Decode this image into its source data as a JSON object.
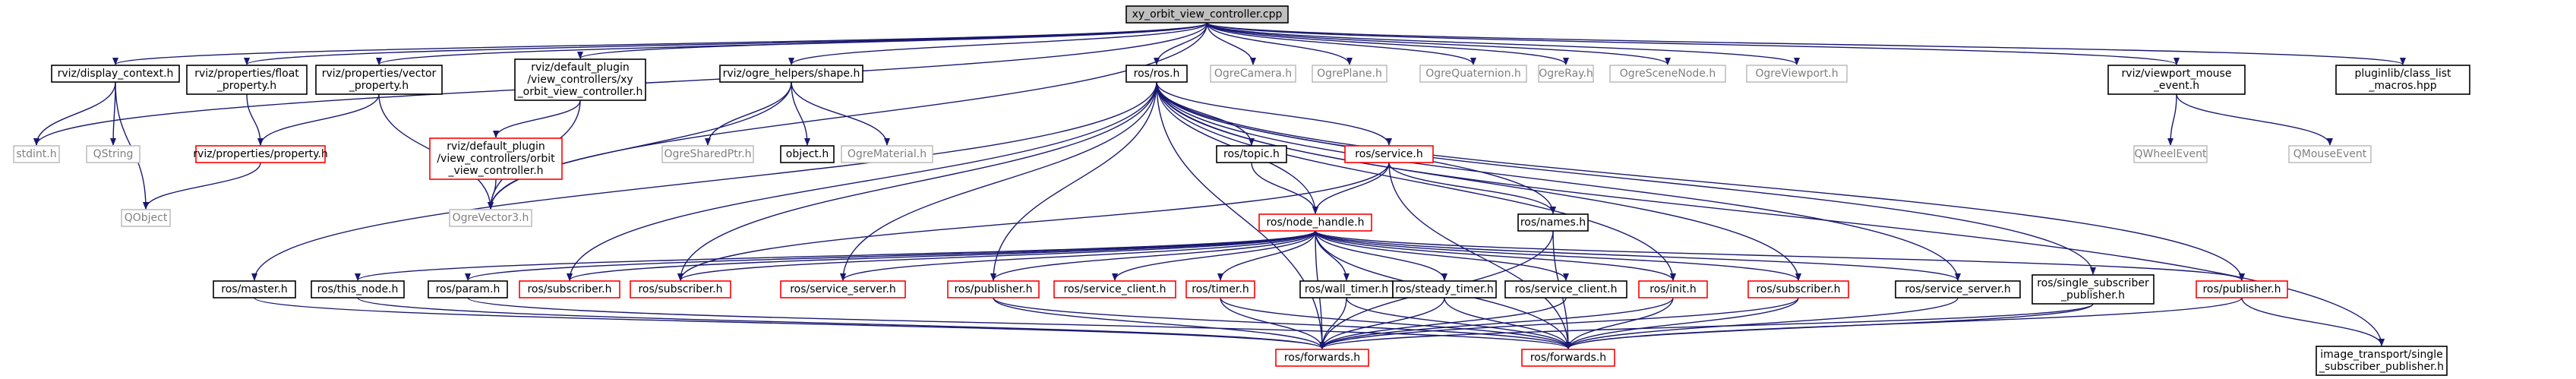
{
  "diagram": {
    "type": "include-dependency-graph",
    "edge_color": "#191970",
    "node_styles": {
      "root": {
        "fill": "#bfbfbf",
        "border": "#000000",
        "text": "#000000"
      },
      "documented": {
        "fill": "#ffffff",
        "border": "#000000",
        "text": "#000000"
      },
      "documented_with_more": {
        "fill": "#ffffff",
        "border": "#ff0000",
        "text": "#000000"
      },
      "undocumented": {
        "fill": "#ffffff",
        "border": "#bfbfbf",
        "text": "#7f7f7f"
      }
    },
    "nodes": [
      {
        "id": "root",
        "lines": [
          "xy_orbit_view_controller.cpp"
        ],
        "style": "root"
      },
      {
        "id": "stdint",
        "lines": [
          "stdint.h"
        ],
        "style": "undocumented"
      },
      {
        "id": "display_context",
        "lines": [
          "rviz/display_context.h"
        ],
        "style": "documented"
      },
      {
        "id": "float_property",
        "lines": [
          "rviz/properties/float",
          "_property.h"
        ],
        "style": "documented"
      },
      {
        "id": "vector_property",
        "lines": [
          "rviz/properties/vector",
          "_property.h"
        ],
        "style": "documented"
      },
      {
        "id": "xy_orbit_h",
        "lines": [
          "rviz/default_plugin",
          "/view_controllers/xy",
          "_orbit_view_controller.h"
        ],
        "style": "documented"
      },
      {
        "id": "shape",
        "lines": [
          "rviz/ogre_helpers/shape.h"
        ],
        "style": "documented"
      },
      {
        "id": "ros_h",
        "lines": [
          "ros/ros.h"
        ],
        "style": "documented"
      },
      {
        "id": "ogre_camera",
        "lines": [
          "OgreCamera.h"
        ],
        "style": "undocumented"
      },
      {
        "id": "ogre_plane",
        "lines": [
          "OgrePlane.h"
        ],
        "style": "undocumented"
      },
      {
        "id": "ogre_quaternion",
        "lines": [
          "OgreQuaternion.h"
        ],
        "style": "undocumented"
      },
      {
        "id": "ogre_ray",
        "lines": [
          "OgreRay.h"
        ],
        "style": "undocumented"
      },
      {
        "id": "ogre_scenenode",
        "lines": [
          "OgreSceneNode.h"
        ],
        "style": "undocumented"
      },
      {
        "id": "ogre_viewport",
        "lines": [
          "OgreViewport.h"
        ],
        "style": "undocumented"
      },
      {
        "id": "viewport_mouse",
        "lines": [
          "rviz/viewport_mouse",
          "_event.h"
        ],
        "style": "documented"
      },
      {
        "id": "class_list",
        "lines": [
          "pluginlib/class_list",
          "_macros.hpp"
        ],
        "style": "documented"
      },
      {
        "id": "qstring",
        "lines": [
          "QString"
        ],
        "style": "undocumented"
      },
      {
        "id": "property",
        "lines": [
          "rviz/properties/property.h"
        ],
        "style": "documented_with_more"
      },
      {
        "id": "orbit_h",
        "lines": [
          "rviz/default_plugin",
          "/view_controllers/orbit",
          "_view_controller.h"
        ],
        "style": "documented_with_more"
      },
      {
        "id": "ogre_sharedptr",
        "lines": [
          "OgreSharedPtr.h"
        ],
        "style": "undocumented"
      },
      {
        "id": "object",
        "lines": [
          "object.h"
        ],
        "style": "documented"
      },
      {
        "id": "ogre_material",
        "lines": [
          "OgreMaterial.h"
        ],
        "style": "undocumented"
      },
      {
        "id": "topic",
        "lines": [
          "ros/topic.h"
        ],
        "style": "documented"
      },
      {
        "id": "service",
        "lines": [
          "ros/service.h"
        ],
        "style": "documented_with_more"
      },
      {
        "id": "qwheelevent",
        "lines": [
          "QWheelEvent"
        ],
        "style": "undocumented"
      },
      {
        "id": "qmouseevent",
        "lines": [
          "QMouseEvent"
        ],
        "style": "undocumented"
      },
      {
        "id": "qobject",
        "lines": [
          "QObject"
        ],
        "style": "undocumented"
      },
      {
        "id": "ogre_vector3",
        "lines": [
          "OgreVector3.h"
        ],
        "style": "undocumented"
      },
      {
        "id": "node_handle",
        "lines": [
          "ros/node_handle.h"
        ],
        "style": "documented_with_more"
      },
      {
        "id": "names",
        "lines": [
          "ros/names.h"
        ],
        "style": "documented"
      },
      {
        "id": "master",
        "lines": [
          "ros/master.h"
        ],
        "style": "documented"
      },
      {
        "id": "this_node",
        "lines": [
          "ros/this_node.h"
        ],
        "style": "documented"
      },
      {
        "id": "param",
        "lines": [
          "ros/param.h"
        ],
        "style": "documented"
      },
      {
        "id": "subscriber_a",
        "lines": [
          "ros/subscriber.h"
        ],
        "style": "documented_with_more"
      },
      {
        "id": "subscriber_b",
        "lines": [
          "ros/subscriber.h"
        ],
        "style": "documented_with_more"
      },
      {
        "id": "service_server_a",
        "lines": [
          "ros/service_server.h"
        ],
        "style": "documented_with_more"
      },
      {
        "id": "publisher_a",
        "lines": [
          "ros/publisher.h"
        ],
        "style": "documented_with_more"
      },
      {
        "id": "service_client_a",
        "lines": [
          "ros/service_client.h"
        ],
        "style": "documented_with_more"
      },
      {
        "id": "timer",
        "lines": [
          "ros/timer.h"
        ],
        "style": "documented_with_more"
      },
      {
        "id": "wall_timer",
        "lines": [
          "ros/wall_timer.h"
        ],
        "style": "documented"
      },
      {
        "id": "steady_timer",
        "lines": [
          "ros/steady_timer.h"
        ],
        "style": "documented"
      },
      {
        "id": "service_client_b",
        "lines": [
          "ros/service_client.h"
        ],
        "style": "documented"
      },
      {
        "id": "init",
        "lines": [
          "ros/init.h"
        ],
        "style": "documented_with_more"
      },
      {
        "id": "subscriber_c",
        "lines": [
          "ros/subscriber.h"
        ],
        "style": "documented_with_more"
      },
      {
        "id": "service_server_b",
        "lines": [
          "ros/service_server.h"
        ],
        "style": "documented"
      },
      {
        "id": "single_sub_pub",
        "lines": [
          "ros/single_subscriber",
          "_publisher.h"
        ],
        "style": "documented"
      },
      {
        "id": "publisher_b",
        "lines": [
          "ros/publisher.h"
        ],
        "style": "documented_with_more"
      },
      {
        "id": "forwards_a",
        "lines": [
          "ros/forwards.h"
        ],
        "style": "documented_with_more"
      },
      {
        "id": "forwards_b",
        "lines": [
          "ros/forwards.h"
        ],
        "style": "documented_with_more"
      },
      {
        "id": "image_transport",
        "lines": [
          "image_transport/single",
          "_subscriber_publisher.h"
        ],
        "style": "documented"
      }
    ]
  }
}
